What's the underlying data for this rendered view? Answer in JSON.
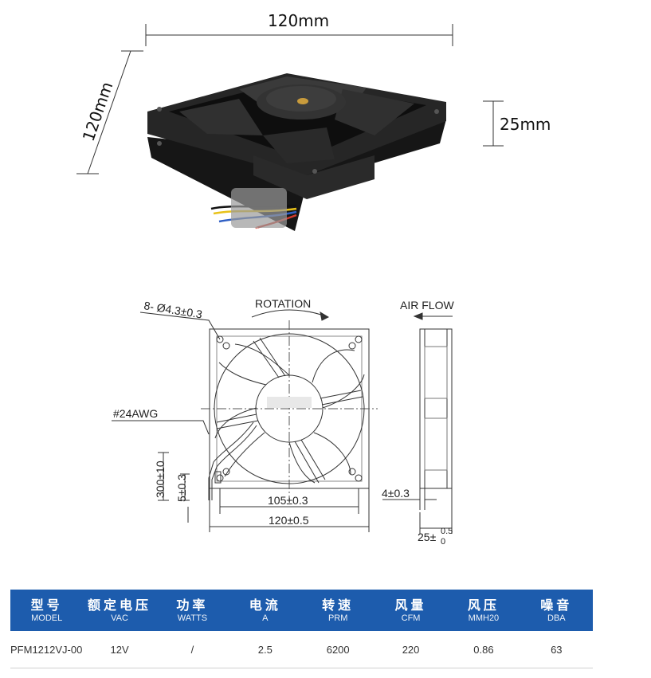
{
  "photo": {
    "width_label": "120mm",
    "height_label": "120mm",
    "depth_label": "25mm"
  },
  "drawing": {
    "holes_label": "8- Ø4.3±0.3",
    "rotation_label": "ROTATION",
    "airflow_label": "AIR FLOW",
    "wire_label": "#24AWG",
    "lead_length_label": "300±10",
    "strip_label": "5±0.3",
    "hole_spacing_label": "105±0.3",
    "frame_width_label": "120±0.5",
    "flange_label": "4±0.3",
    "depth_label_main": "25±",
    "depth_tol_upper": "0.5",
    "depth_tol_lower": "0"
  },
  "specs": {
    "headers": [
      {
        "cn": "型号",
        "en": "MODEL"
      },
      {
        "cn": "额定电压",
        "en": "VAC"
      },
      {
        "cn": "功率",
        "en": "WATTS"
      },
      {
        "cn": "电流",
        "en": "A"
      },
      {
        "cn": "转速",
        "en": "PRM"
      },
      {
        "cn": "风量",
        "en": "CFM"
      },
      {
        "cn": "风压",
        "en": "MMH20"
      },
      {
        "cn": "噪音",
        "en": "DBA"
      }
    ],
    "row": [
      "PFM1212VJ-00",
      "12V",
      "/",
      "2.5",
      "6200",
      "220",
      "0.86",
      "63"
    ]
  },
  "colors": {
    "header_bg": "#1d5cad",
    "fan_body": "#1f1f1f",
    "wire_red": "#d23b2e",
    "wire_yellow": "#e8c21a",
    "wire_blue": "#2f5fc4",
    "wire_black": "#111111"
  }
}
